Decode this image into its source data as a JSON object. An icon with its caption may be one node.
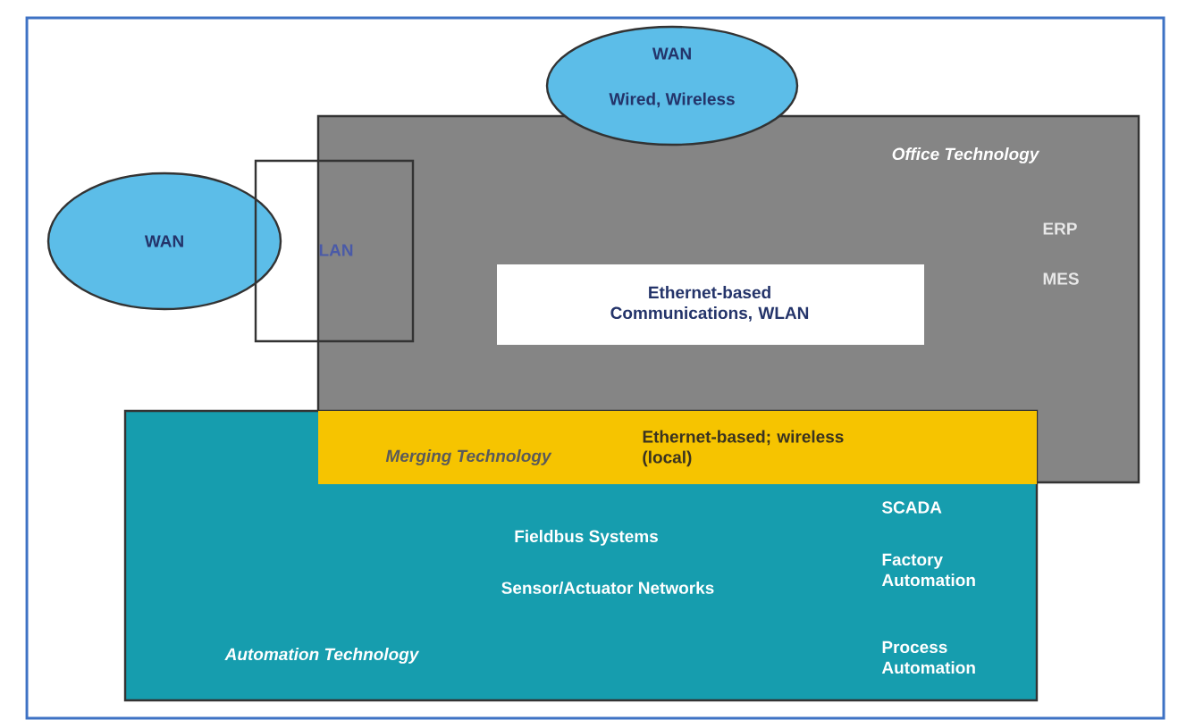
{
  "diagram": {
    "nodes": [
      {
        "text": [
          "Office Technology",
          "ERP",
          "MES"
        ]
      },
      {
        "text": [
          "Ethernet-based Communications, WLAN"
        ],
        "in": 0
      },
      {
        "text": [
          "WAN",
          "Wired, Wireless"
        ]
      },
      {
        "text": [
          "WAN"
        ]
      },
      {
        "text": [
          "LAN"
        ]
      },
      {
        "text": [
          "Automation Technology",
          "Fieldbus Systems",
          "Sensor/Actuator Networks",
          "SCADA",
          "Factory Automation",
          "Process Automation"
        ]
      },
      {
        "text": [
          "Merging Technology",
          "Ethernet-based; wireless (local)"
        ]
      }
    ]
  }
}
